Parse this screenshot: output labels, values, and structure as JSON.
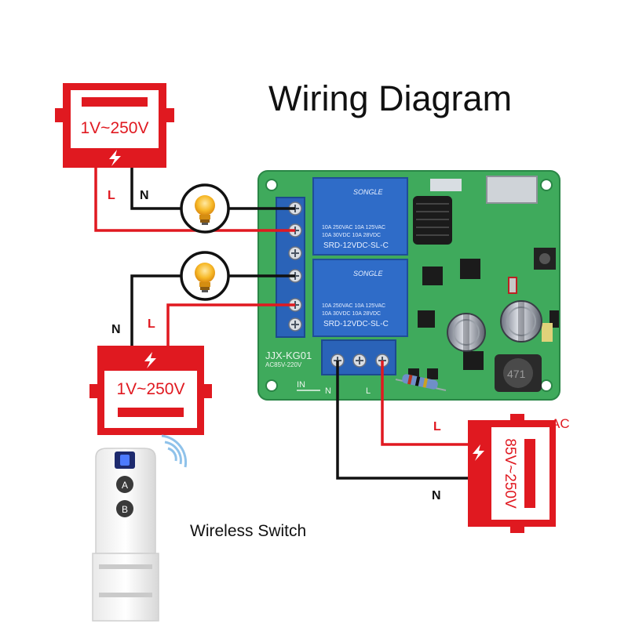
{
  "title": "Wiring Diagram",
  "caption": "Wireless Switch",
  "power_sources": {
    "top_left": "1V~250V",
    "bottom_left": "1V~250V",
    "right": "85V~250V",
    "right_type": "AC"
  },
  "wire_labels": {
    "line": "L",
    "neutral": "N"
  },
  "board": {
    "model": "JJX-KG01",
    "input_rating": "AC85V-220V",
    "input_label": "IN",
    "input_terminals": [
      "N",
      "L"
    ],
    "relay_brand": "SONGLE",
    "relay_model": "SRD-12VDC-SL-C",
    "relay_rating_1": "10A 250VAC  10A 125VAC",
    "relay_rating_2": "10A  30VDC  10A  28VDC",
    "inductor_code": "471"
  },
  "remote": {
    "buttons": [
      "A",
      "B"
    ]
  },
  "colors": {
    "power_red": "#e01920",
    "board_green": "#3daa5a",
    "terminal_blue": "#2a63b8",
    "relay_blue": "#2f6cc8",
    "bulb_yellow": "#f5b21f",
    "wire_black": "#111111"
  }
}
